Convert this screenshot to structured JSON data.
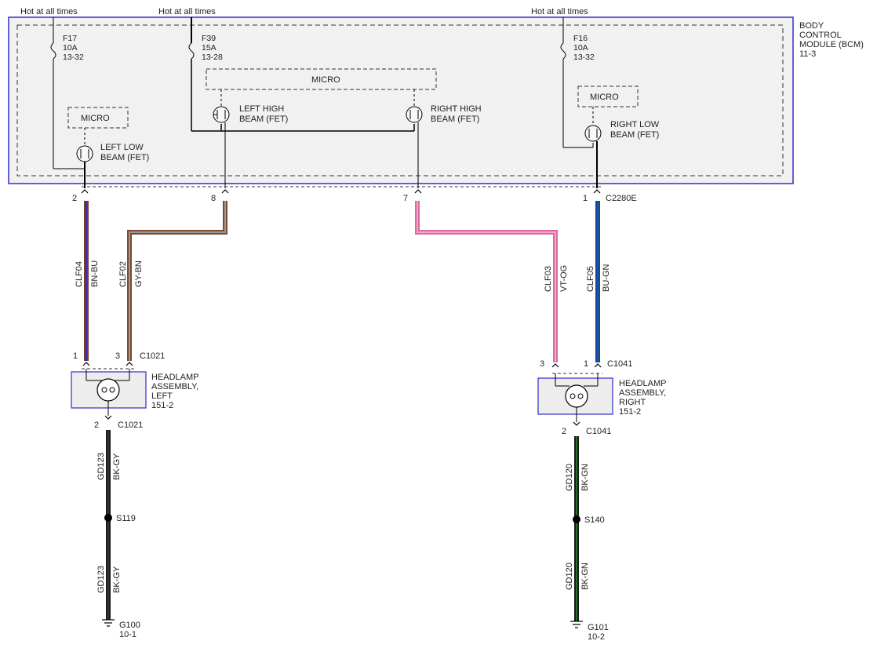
{
  "colors": {
    "bcm_border": "#2f2fc8",
    "bcm_fill": "#f1f1f1",
    "wire_bn_bu_a": "#7a3b2e",
    "wire_bn_bu_b": "#3a2db0",
    "wire_gy_bn_a": "#8a8a8a",
    "wire_gy_bn_b": "#7a4b2e",
    "wire_vt_og": "#f08ab8",
    "wire_bu_gn_a": "#1a3fb0",
    "wire_bu_gn_b": "#1a6b3a",
    "wire_bk_gy": "#1a1a1a",
    "wire_bk_gn": "#1a1a1a",
    "wire_bk_gn_stripe": "#2c8a2c"
  },
  "power": {
    "hot1": "Hot at all times",
    "hot2": "Hot at all times",
    "hot3": "Hot at all times"
  },
  "fuses": {
    "f17": {
      "name": "F17",
      "rating": "10A",
      "ref": "13-32"
    },
    "f39": {
      "name": "F39",
      "rating": "15A",
      "ref": "13-28"
    },
    "f16": {
      "name": "F16",
      "rating": "10A",
      "ref": "13-32"
    }
  },
  "bcm": {
    "line1": "BODY",
    "line2": "CONTROL",
    "line3": "MODULE (BCM)",
    "line4": "11-3"
  },
  "micro": {
    "center": "MICRO",
    "left": "MICRO",
    "right": "MICRO"
  },
  "fets": {
    "left_high": {
      "l1": "LEFT HIGH",
      "l2": "BEAM (FET)"
    },
    "right_high": {
      "l1": "RIGHT HIGH",
      "l2": "BEAM (FET)"
    },
    "left_low": {
      "l1": "LEFT LOW",
      "l2": "BEAM (FET)"
    },
    "right_low": {
      "l1": "RIGHT LOW",
      "l2": "BEAM (FET)"
    }
  },
  "pins": {
    "bcm_2": "2",
    "bcm_8": "8",
    "bcm_7": "7",
    "bcm_1": "1",
    "c2280e": "C2280E",
    "hl_left_1": "1",
    "hl_left_3": "3",
    "hl_left_top_conn": "C1021",
    "hl_left_2": "2",
    "hl_left_bottom_conn": "C1021",
    "hl_right_3": "3",
    "hl_right_1": "1",
    "hl_right_top_conn": "C1041",
    "hl_right_2": "2",
    "hl_right_bottom_conn": "C1041"
  },
  "wires": {
    "clf04": {
      "circuit": "CLF04",
      "color": "BN-BU"
    },
    "clf02": {
      "circuit": "CLF02",
      "color": "GY-BN"
    },
    "clf03": {
      "circuit": "CLF03",
      "color": "VT-OG"
    },
    "clf05": {
      "circuit": "CLF05",
      "color": "BU-GN"
    },
    "gd123_a": {
      "circuit": "GD123",
      "color": "BK-GY"
    },
    "gd123_b": {
      "circuit": "GD123",
      "color": "BK-GY"
    },
    "gd120_a": {
      "circuit": "GD120",
      "color": "BK-GN"
    },
    "gd120_b": {
      "circuit": "GD120",
      "color": "BK-GN"
    }
  },
  "headlamps": {
    "left": {
      "l1": "HEADLAMP",
      "l2": "ASSEMBLY,",
      "l3": "LEFT",
      "l4": "151-2"
    },
    "right": {
      "l1": "HEADLAMP",
      "l2": "ASSEMBLY,",
      "l3": "RIGHT",
      "l4": "151-2"
    }
  },
  "splices": {
    "left": "S119",
    "right": "S140"
  },
  "grounds": {
    "left": {
      "name": "G100",
      "ref": "10-1"
    },
    "right": {
      "name": "G101",
      "ref": "10-2"
    }
  }
}
